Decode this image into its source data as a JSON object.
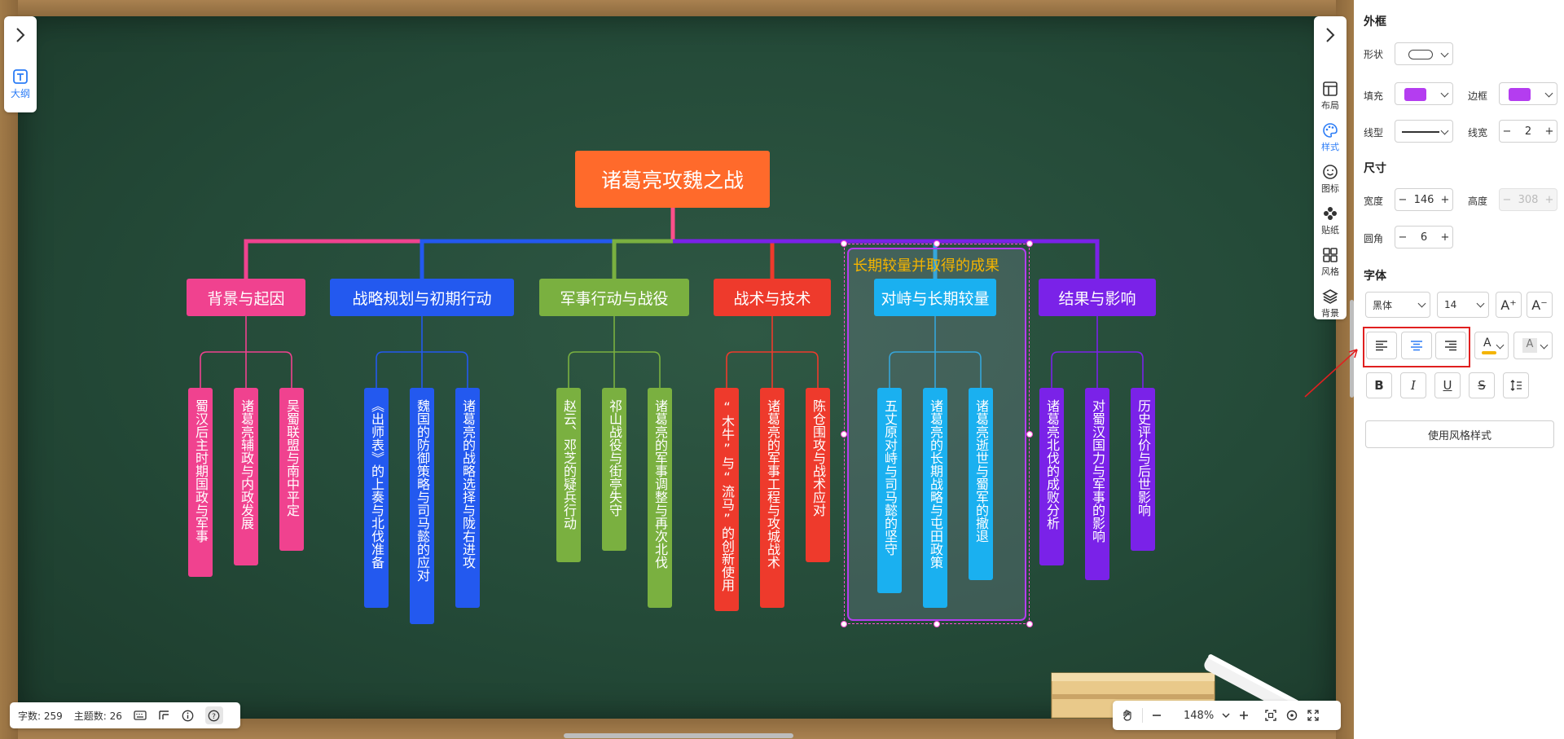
{
  "mindmap": {
    "root": {
      "label": "诸葛亮攻魏之战",
      "color": "#ff6a2b"
    },
    "summary_label": "长期较量并取得的成果",
    "branches": [
      {
        "label": "背景与起因",
        "color": "#f0428f",
        "leaves": [
          "蜀汉后主时期国政与军事",
          "诸葛亮辅政与内政发展",
          "吴蜀联盟与南中平定"
        ]
      },
      {
        "label": "战略规划与初期行动",
        "color": "#2359ef",
        "leaves": [
          "《出师表》的上奏与北伐准备",
          "魏国的防御策略与司马懿的应对",
          "诸葛亮的战略选择与陇右进攻"
        ]
      },
      {
        "label": "军事行动与战役",
        "color": "#7ab040",
        "leaves": [
          "赵云、邓芝的疑兵行动",
          "祁山战役与街亭失守",
          "诸葛亮的军事调整与再次北伐"
        ]
      },
      {
        "label": "战术与技术",
        "color": "#ee3a2c",
        "leaves": [
          "“木牛”与“流马”的创新使用",
          "诸葛亮的军事工程与攻城战术",
          "陈仓围攻与战术应对"
        ]
      },
      {
        "label": "对峙与长期较量",
        "color": "#1ab0f0",
        "leaves": [
          "五丈原对峙与司马懿的坚守",
          "诸葛亮的长期战略与屯田政策",
          "诸葛亮逝世与蜀军的撤退"
        ]
      },
      {
        "label": "结果与影响",
        "color": "#7a22e8",
        "leaves": [
          "诸葛亮北伐的成败分析",
          "对蜀汉国力与军事的影响",
          "历史评价与后世影响"
        ]
      }
    ]
  },
  "left_tools": {
    "outline_label": "大纲"
  },
  "right_tabs": [
    {
      "label": "布局",
      "icon": "layout-icon"
    },
    {
      "label": "样式",
      "icon": "palette-icon",
      "active": true
    },
    {
      "label": "图标",
      "icon": "smiley-icon"
    },
    {
      "label": "贴纸",
      "icon": "sticker-icon"
    },
    {
      "label": "风格",
      "icon": "grid-icon"
    },
    {
      "label": "背景",
      "icon": "layers-icon"
    }
  ],
  "stats": {
    "word_count": "字数: 259",
    "topic_count": "主题数: 26"
  },
  "zoom": {
    "level": "148%"
  },
  "panel": {
    "frame_title": "外框",
    "shape_label": "形状",
    "fill_label": "填充",
    "fill_color": "#b43df0",
    "border_label": "边框",
    "border_color": "#b43df0",
    "line_type_label": "线型",
    "line_width_label": "线宽",
    "line_width": "2",
    "size_title": "尺寸",
    "width_label": "宽度",
    "width": "146",
    "height_label": "高度",
    "height": "308",
    "radius_label": "圆角",
    "radius": "6",
    "font_title": "字体",
    "font_family": "黑体",
    "font_size": "14",
    "font_color_glyph": "A",
    "bg_color_glyph": "A",
    "use_style_button": "使用风格样式"
  }
}
